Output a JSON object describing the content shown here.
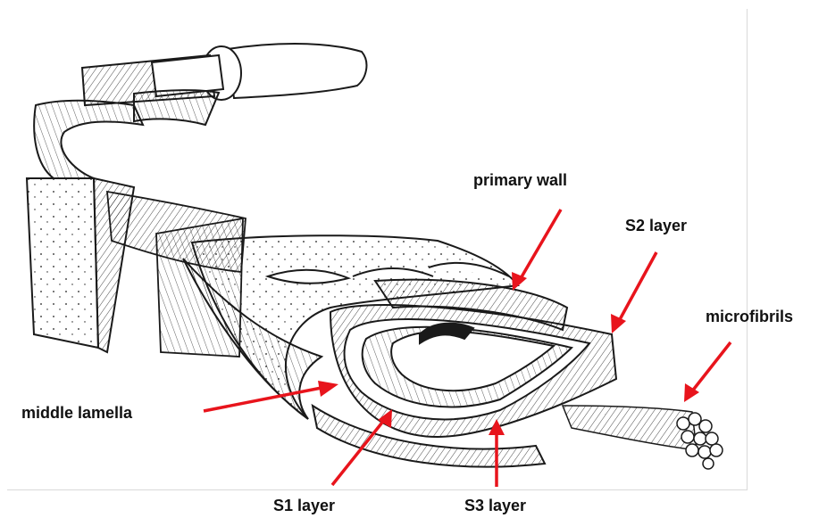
{
  "diagram": {
    "labels": {
      "primary_wall": "primary wall",
      "s2_layer": "S2 layer",
      "microfibrils": "microfibrils",
      "middle_lamella": "middle lamella",
      "s1_layer": "S1 layer",
      "s3_layer": "S3 layer"
    },
    "colors": {
      "ink": "#1a1a1a",
      "arrow": "#e8141c",
      "label": "#111111",
      "frame": "#d9d9d9"
    }
  }
}
